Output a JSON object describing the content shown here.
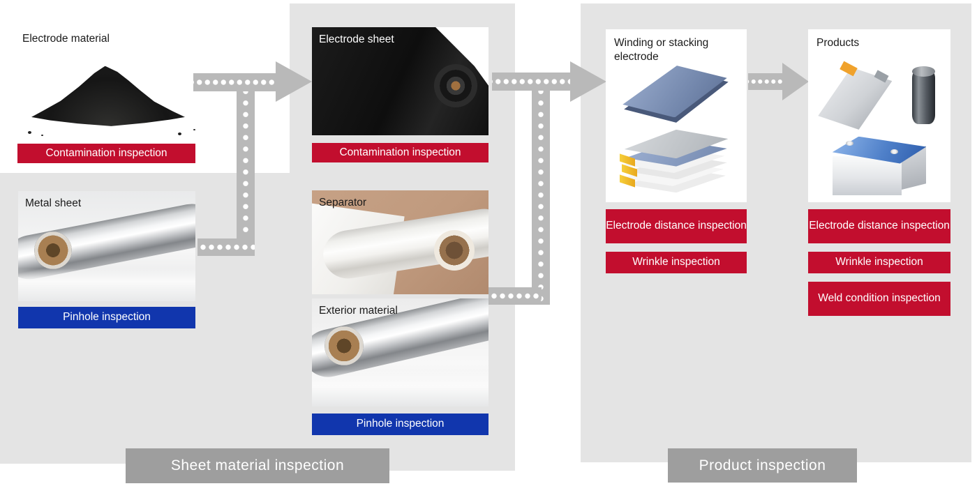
{
  "colors": {
    "panel": "#e4e4e4",
    "arrow": "#b9b9b9",
    "bar": "#9e9e9e",
    "red": "#c20e2e",
    "blue": "#1136ad"
  },
  "left": {
    "electrode_material": {
      "label": "Electrode material",
      "inspection": "Contamination inspection"
    },
    "metal_sheet": {
      "label": "Metal sheet",
      "inspection": "Pinhole inspection"
    }
  },
  "middle": {
    "electrode_sheet": {
      "label": "Electrode sheet",
      "inspection": "Contamination inspection"
    },
    "separator": {
      "label": "Separator"
    },
    "exterior_material": {
      "label": "Exterior material",
      "inspection": "Pinhole inspection"
    },
    "section_title": "Sheet material inspection"
  },
  "right": {
    "winding": {
      "label": "Winding or stacking electrode",
      "inspections": [
        "Electrode distance inspection",
        "Wrinkle inspection"
      ]
    },
    "products": {
      "label": "Products",
      "inspections": [
        "Electrode distance inspection",
        "Wrinkle inspection",
        "Weld condition inspection"
      ]
    },
    "section_title": "Product inspection"
  }
}
